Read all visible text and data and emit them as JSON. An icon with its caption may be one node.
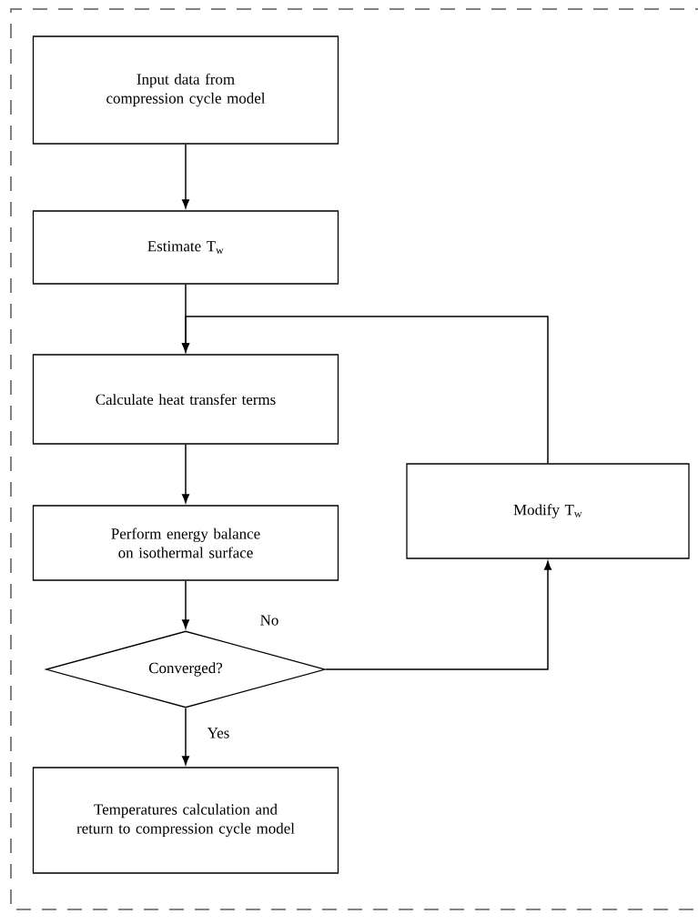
{
  "diagram": {
    "nodes": [
      {
        "text": [
          "Input data from compression cycle model"
        ]
      },
      {
        "text": [
          "Estimate T$_{w}$"
        ]
      },
      {
        "text": [
          "Calculate heat transfer terms"
        ]
      },
      {
        "text": [
          "Perform energy balance on isothermal surface"
        ]
      },
      {
        "text": [
          "Converged?"
        ]
      },
      {
        "text": [
          "Modify T$_{w}$"
        ]
      },
      {
        "text": [
          "Temperatures calculation and return to compression cycle model"
        ]
      }
    ],
    "edges": [
      {
        "from": 0,
        "to": 1,
        "arrow": "to"
      },
      {
        "from": 1,
        "to": 2,
        "arrow": "to"
      },
      {
        "from": 5,
        "to": 2,
        "arrow": "to"
      },
      {
        "from": 2,
        "to": 3,
        "arrow": "to"
      },
      {
        "from": 3,
        "to": 4,
        "arrow": "to"
      },
      {
        "from": 4,
        "to": 5,
        "arrow": "to",
        "label": "No"
      },
      {
        "from": 4,
        "to": 6,
        "arrow": "to",
        "label": "Yes"
      }
    ]
  }
}
